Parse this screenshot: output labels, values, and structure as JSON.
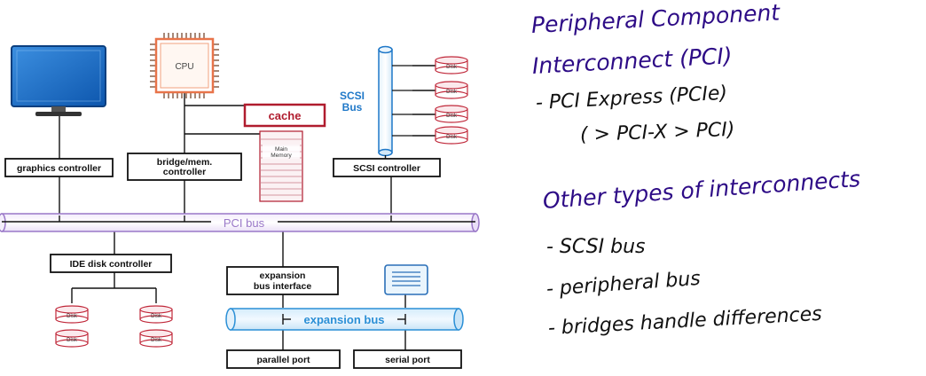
{
  "diagram": {
    "cpu_label": "CPU",
    "cache_label": "cache",
    "main_memory_label": [
      "Main",
      "Memory"
    ],
    "scsi_bus_label": [
      "SCSI",
      "Bus"
    ],
    "graphics_controller_label": "graphics controller",
    "bridge_controller_label": [
      "bridge/mem.",
      "controller"
    ],
    "scsi_controller_label": "SCSI controller",
    "pci_bus_label": "PCI bus",
    "ide_controller_label": "IDE disk controller",
    "expansion_interface_label": [
      "expansion",
      "bus interface"
    ],
    "expansion_bus_label": "expansion bus",
    "parallel_port_label": "parallel port",
    "serial_port_label": "serial port",
    "disk_label": "Disk",
    "colors": {
      "monitor_blue": "#1565c0",
      "cpu_orange": "#e8744a",
      "cache_red": "#b01c2e",
      "scsi_blue": "#1f78c8",
      "pci_purple": "#9a78c8",
      "expansion_blue": "#2a8fd6",
      "disk_red": "#c0283a",
      "ink_purple": "#2d0b86"
    }
  },
  "notes": {
    "heading1_line1": "Peripheral Component",
    "heading1_line2": "Interconnect (PCI)",
    "item1_line1": "- PCI Express (PCIe)",
    "item1_line2": "( > PCI-X > PCI)",
    "heading2": "Other types of interconnects",
    "list": [
      "- SCSI bus",
      "- peripheral bus",
      "- bridges handle differences"
    ]
  }
}
